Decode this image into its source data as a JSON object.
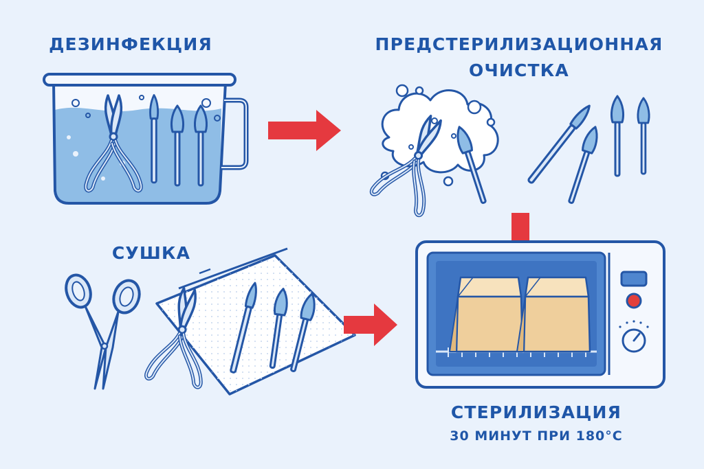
{
  "steps": {
    "disinfection": {
      "title": "ДЕЗИНФЕКЦИЯ"
    },
    "precleaning": {
      "title_line1": "ПРЕДСТЕРИЛИЗАЦИОННАЯ",
      "title_line2": "ОЧИСТКА"
    },
    "drying": {
      "title": "СУШКА"
    },
    "sterilization": {
      "title": "СТЕРИЛИЗАЦИЯ",
      "subtitle": "30 МИНУТ ПРИ 180°C"
    }
  },
  "colors": {
    "background": "#eaf2fc",
    "outline": "#2456a6",
    "text": "#1f56a8",
    "water": "#8fbde6",
    "arrow": "#e5393f",
    "paper_bag": "#efcf9c",
    "oven_window": "#4f86cf",
    "indicator": "#e2403c"
  },
  "icons": [
    "bowl-icon",
    "cuticle-nipper-icon",
    "scalpel-icon",
    "burr-icon",
    "foam-icon",
    "scissors-icon",
    "towel-icon",
    "dry-heat-oven-icon",
    "paper-bag-icon",
    "arrow-right-icon",
    "arrow-down-icon"
  ]
}
